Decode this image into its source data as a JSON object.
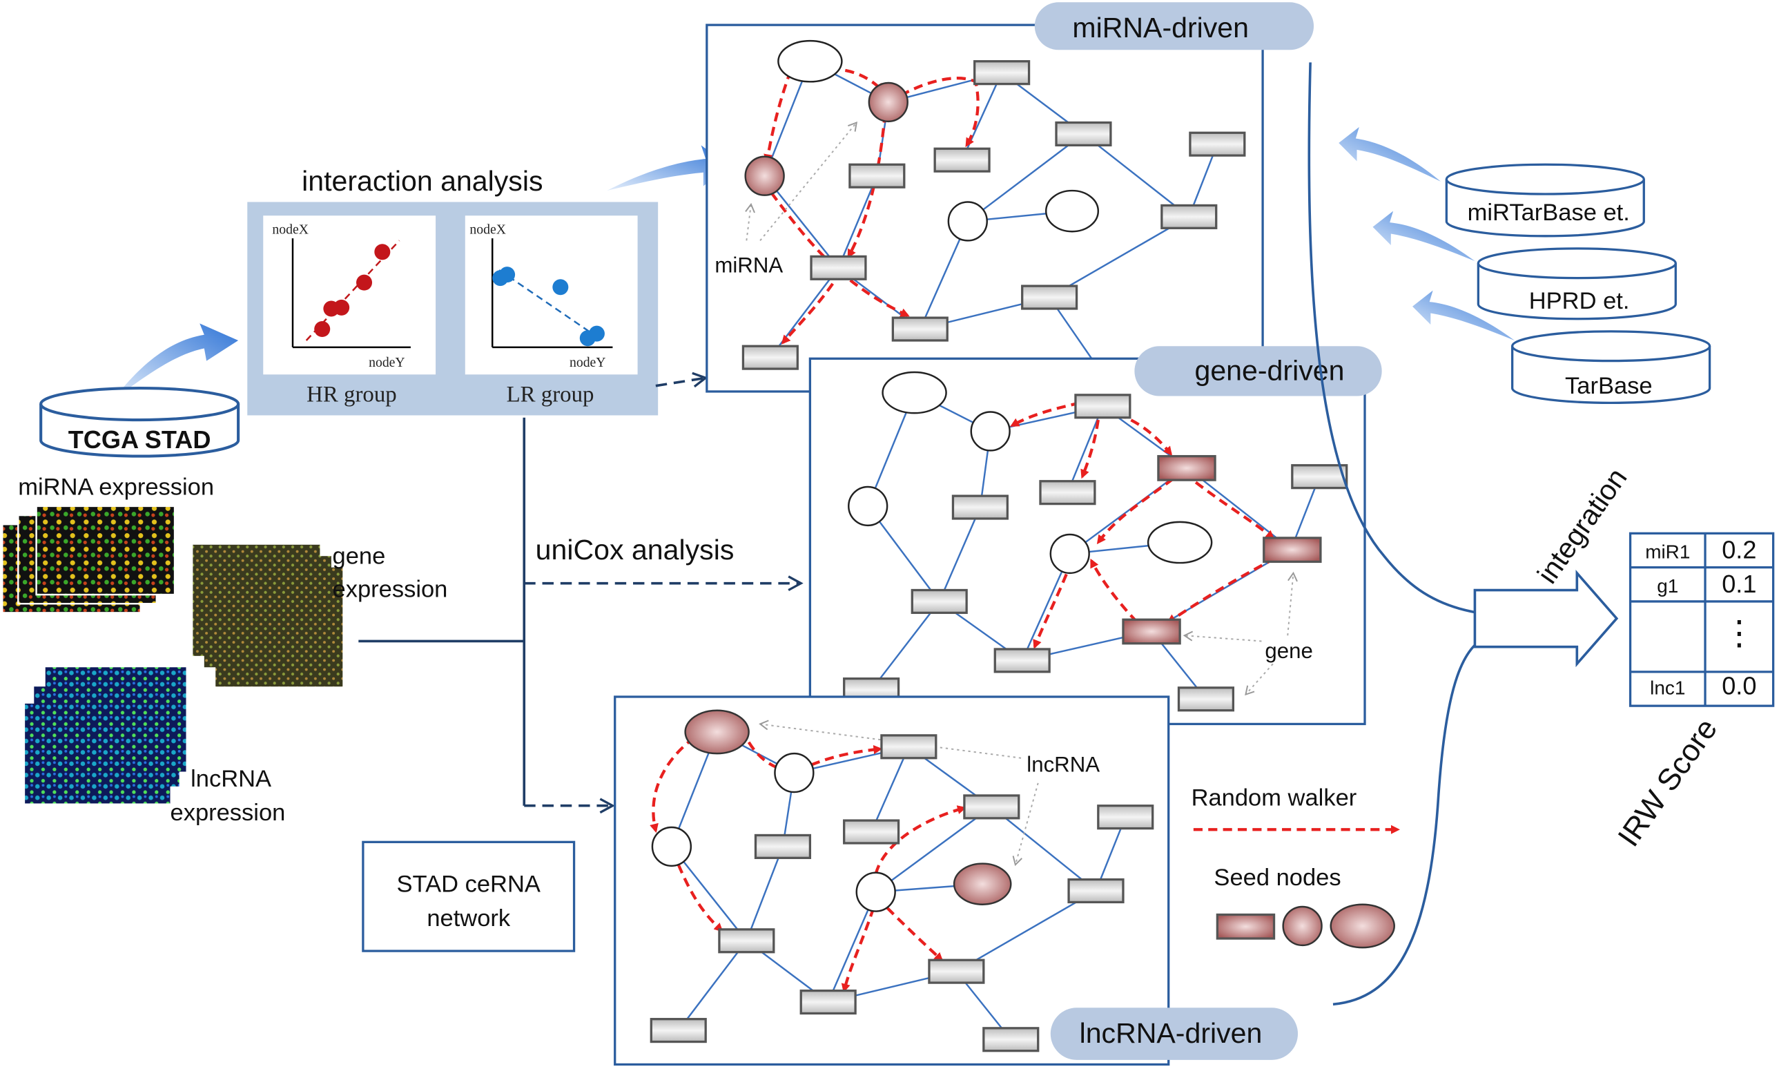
{
  "colors": {
    "frame": "#2b5d9e",
    "edge": "#3b72c0",
    "walker": "#e8201f",
    "seed": "#b76b6b",
    "node_fill": "#d8d8d8",
    "pill": "#b8c9e1",
    "panel": "#b9cce3",
    "arrow_blue": "#3a7fd8"
  },
  "labels": {
    "mirna_driven": "miRNA-driven",
    "gene_driven": "gene-driven",
    "lncrna_driven": "lncRNA-driven",
    "interaction_analysis": "interaction analysis",
    "unicox_analysis": "uniCox analysis",
    "tcga": "TCGA STAD",
    "mirna_expression": "miRNA expression",
    "gene_expression_1": "gene",
    "gene_expression_2": "expression",
    "lncrna_expression_1": "lncRNA",
    "lncrna_expression_2": "expression",
    "stad_cerna_1": "STAD ceRNA",
    "stad_cerna_2": "network",
    "mirna_pointer": "miRNA",
    "gene_pointer": "gene",
    "lncrna_pointer": "lncRNA",
    "random_walker": "Random walker",
    "seed_nodes": "Seed nodes",
    "integration": "integration",
    "irw_score": "IRW Score",
    "db_mirtarbase": "miRTarBase et.",
    "db_hprd": "HPRD et.",
    "db_tarbase": "TarBase"
  },
  "scatter": {
    "hr": {
      "xlabel": "nodeY",
      "ylabel": "nodeX",
      "group": "HR group"
    },
    "lr": {
      "xlabel": "nodeY",
      "ylabel": "nodeX",
      "group": "LR group"
    }
  },
  "score_table": [
    {
      "name": "miR1",
      "value": "0.2"
    },
    {
      "name": "g1",
      "value": "0.1"
    },
    {
      "name": "",
      "value": "⋮"
    },
    {
      "name": "lnc1",
      "value": "0.0"
    }
  ]
}
